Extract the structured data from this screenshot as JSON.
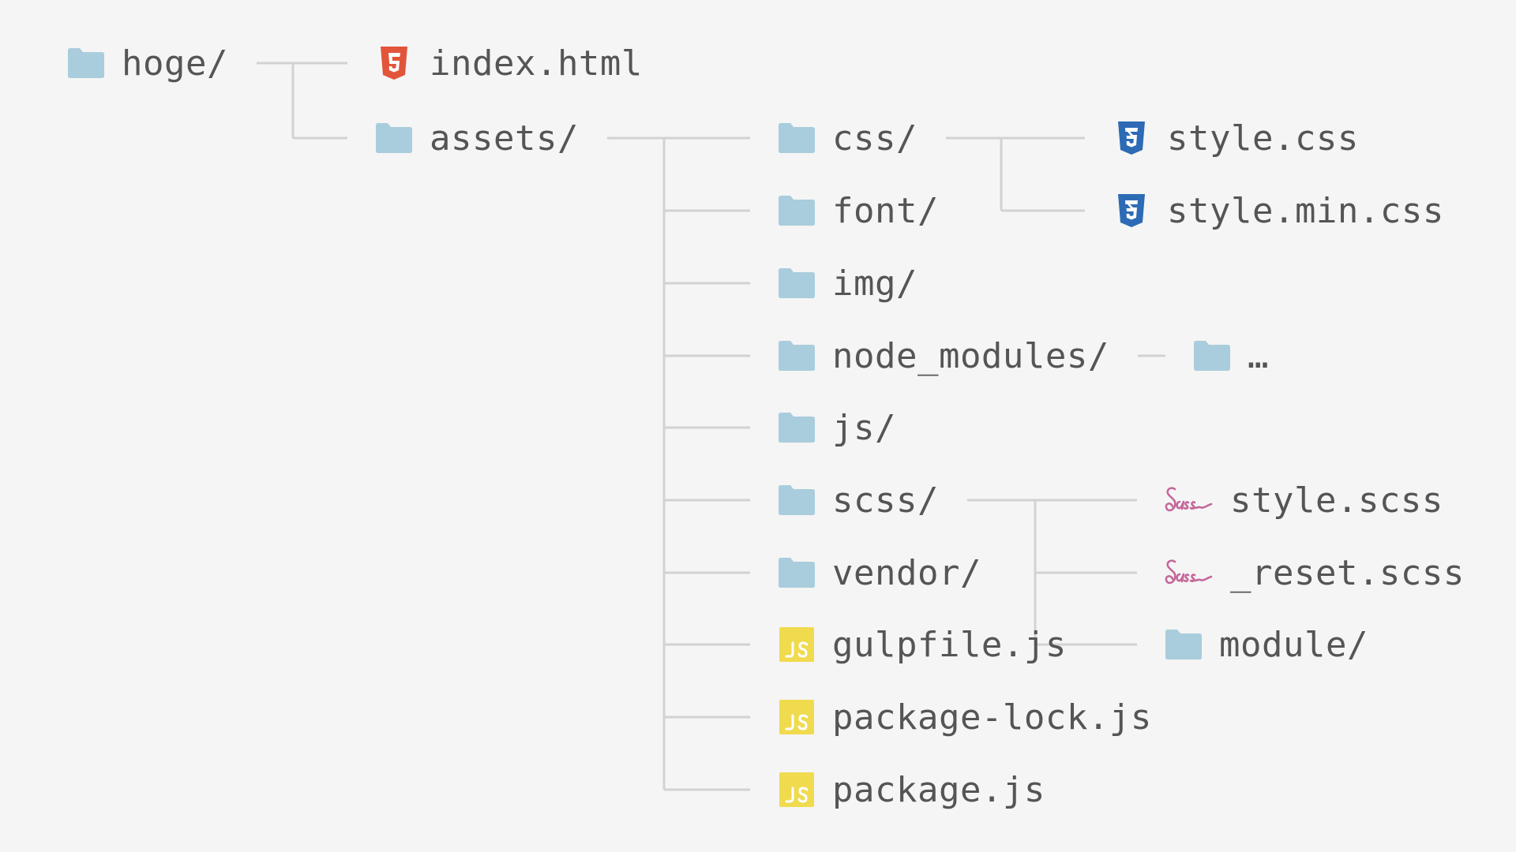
{
  "colors": {
    "background": "#f5f5f5",
    "folder": "#a9cddc",
    "html5": "#e2553a",
    "css3": "#2d6bb5",
    "sass": "#c4689a",
    "js": "#f0db4f",
    "line": "#d2d2d2",
    "text": "#555555"
  },
  "nodes": {
    "hoge": {
      "label": "hoge/",
      "icon": "folder-icon"
    },
    "index_html": {
      "label": "index.html",
      "icon": "html5-icon"
    },
    "assets": {
      "label": "assets/",
      "icon": "folder-icon"
    },
    "css": {
      "label": "css/",
      "icon": "folder-icon"
    },
    "font": {
      "label": "font/",
      "icon": "folder-icon"
    },
    "img": {
      "label": "img/",
      "icon": "folder-icon"
    },
    "node_modules": {
      "label": "node_modules/",
      "icon": "folder-icon"
    },
    "js": {
      "label": "js/",
      "icon": "folder-icon"
    },
    "scss": {
      "label": "scss/",
      "icon": "folder-icon"
    },
    "vendor": {
      "label": "vendor/",
      "icon": "folder-icon"
    },
    "gulpfile_js": {
      "label": "gulpfile.js",
      "icon": "js-icon"
    },
    "package_lock_js": {
      "label": "package-lock.js",
      "icon": "js-icon"
    },
    "package_js": {
      "label": "package.js",
      "icon": "js-icon"
    },
    "style_css": {
      "label": "style.css",
      "icon": "css3-icon"
    },
    "style_min_css": {
      "label": "style.min.css",
      "icon": "css3-icon"
    },
    "node_modules_more": {
      "label": "…",
      "icon": "folder-icon"
    },
    "style_scss": {
      "label": "style.scss",
      "icon": "sass-icon"
    },
    "reset_scss": {
      "label": "_reset.scss",
      "icon": "sass-icon"
    },
    "module": {
      "label": "module/",
      "icon": "folder-icon"
    }
  },
  "edges": [
    [
      "hoge",
      "index_html"
    ],
    [
      "hoge",
      "assets"
    ],
    [
      "assets",
      "css"
    ],
    [
      "assets",
      "font"
    ],
    [
      "assets",
      "img"
    ],
    [
      "assets",
      "node_modules"
    ],
    [
      "assets",
      "js"
    ],
    [
      "assets",
      "scss"
    ],
    [
      "assets",
      "vendor"
    ],
    [
      "assets",
      "gulpfile_js"
    ],
    [
      "assets",
      "package_lock_js"
    ],
    [
      "assets",
      "package_js"
    ],
    [
      "css",
      "style_css"
    ],
    [
      "css",
      "style_min_css"
    ],
    [
      "node_modules",
      "node_modules_more"
    ],
    [
      "scss",
      "style_scss"
    ],
    [
      "scss",
      "reset_scss"
    ],
    [
      "scss",
      "module"
    ]
  ]
}
